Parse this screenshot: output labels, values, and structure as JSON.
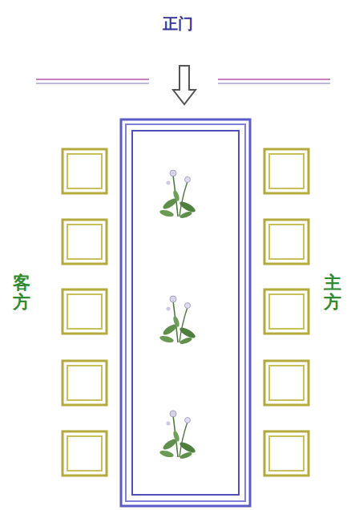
{
  "diagram": {
    "labels": [
      "正门",
      "客方",
      "主方"
    ]
  }
}
